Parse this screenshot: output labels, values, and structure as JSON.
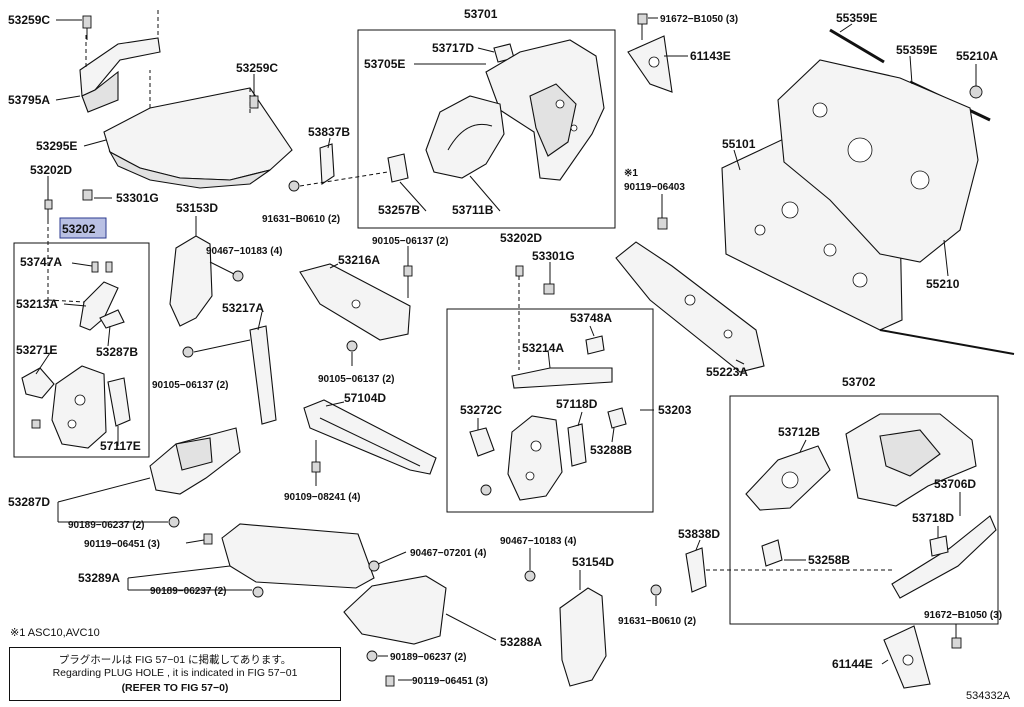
{
  "labels": {
    "l53259C_a": "53259C",
    "l53795A": "53795A",
    "l53259C_b": "53259C",
    "l53295E": "53295E",
    "l53202D_a": "53202D",
    "l53301G_a": "53301G",
    "l53202": "53202",
    "l53747A": "53747A",
    "l53213A": "53213A",
    "l53287B": "53287B",
    "l53271E": "53271E",
    "l57117E": "57117E",
    "l53701": "53701",
    "l53717D": "53717D",
    "l53705E": "53705E",
    "l53257B": "53257B",
    "l53711B": "53711B",
    "l53837B": "53837B",
    "l91631_a": "91631−B0610 (2)",
    "l53153D": "53153D",
    "l90467_a": "90467−10183 (4)",
    "l53217A": "53217A",
    "l90105_a": "90105−06137 (2)",
    "l53216A": "53216A",
    "l90105_b": "90105−06137 (2)",
    "l90105_c": "90105−06137 (2)",
    "l57104D": "57104D",
    "l90109": "90109−08241 (4)",
    "l53287D": "53287D",
    "l90189_a": "90189−06237 (2)",
    "l90119_a": "90119−06451 (3)",
    "l53289A": "53289A",
    "l90189_b": "90189−06237 (2)",
    "l90467_b": "90467−07201 (4)",
    "l91672_a": "91672−B1050 (3)",
    "l61143E": "61143E",
    "l55359E_a": "55359E",
    "l55359E_b": "55359E",
    "l55210A": "55210A",
    "l55101": "55101",
    "l55210": "55210",
    "lstar": "※1",
    "l90119_b": "90119−06403",
    "l53202D_b": "53202D",
    "l53301G_b": "53301G",
    "l53748A": "53748A",
    "l53214A": "53214A",
    "l53272C": "53272C",
    "l57118D": "57118D",
    "l53288B": "53288B",
    "l53203": "53203",
    "l55223A": "55223A",
    "l53702": "53702",
    "l53712B": "53712B",
    "l53706D": "53706D",
    "l53718D": "53718D",
    "l53838D": "53838D",
    "l53258B": "53258B",
    "l90467_c": "90467−10183 (4)",
    "l53154D": "53154D",
    "l91631_b": "91631−B0610 (2)",
    "l53288A": "53288A",
    "l90189_c": "90189−06237 (2)",
    "l90119_c": "90119−06451 (3)",
    "l91672_b": "91672−B1050 (3)",
    "l61144E": "61144E"
  },
  "footnote": "※1 ASC10,AVC10",
  "note": {
    "line1": "プラグホールは FIG 57−01 に掲載してあります。",
    "line2": "Regarding  PLUG  HOLE , it is indicated in FIG  57−01",
    "line3": "(REFER  TO  FIG  57−0)"
  },
  "diagram_id": "534332A",
  "colors": {
    "highlight": "#b9c0e3",
    "ink": "#111111"
  }
}
